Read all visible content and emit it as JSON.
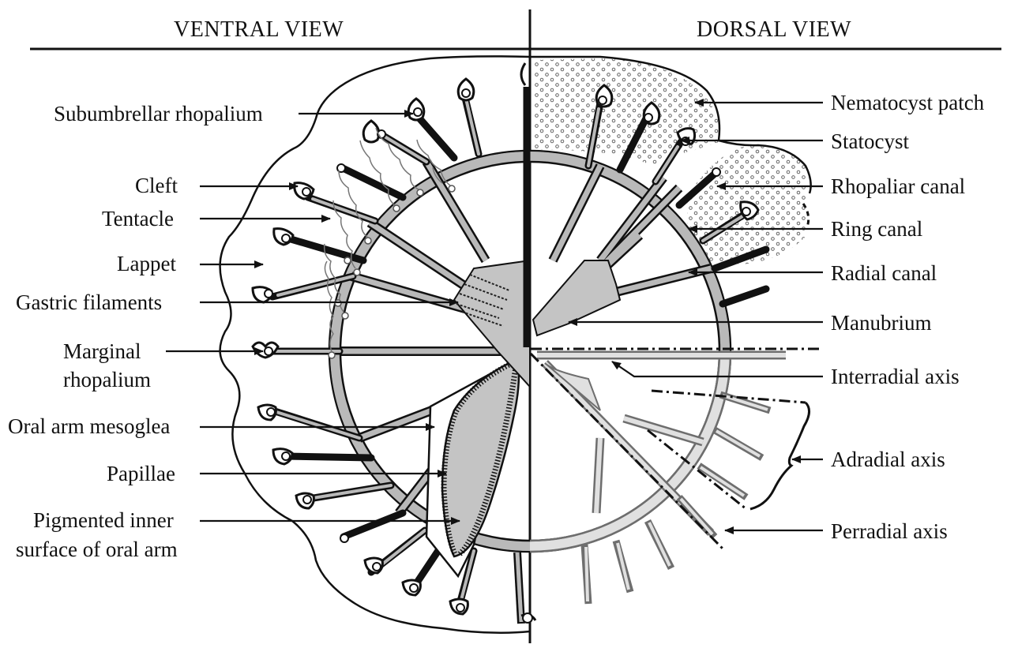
{
  "headers": {
    "ventral": "VENTRAL VIEW",
    "dorsal": "DORSAL VIEW"
  },
  "labels_left": {
    "subumbrellar_rhopalium": "Subumbrellar rhopalium",
    "cleft": "Cleft",
    "tentacle": "Tentacle",
    "lappet": "Lappet",
    "gastric_filaments": "Gastric filaments",
    "marginal_rhopalium_1": "Marginal",
    "marginal_rhopalium_2": "rhopalium",
    "oral_arm_mesoglea": "Oral arm mesoglea",
    "papillae": "Papillae",
    "pigmented_1": "Pigmented inner",
    "pigmented_2": "surface of oral arm"
  },
  "labels_right": {
    "nematocyst_patch": "Nematocyst patch",
    "statocyst": "Statocyst",
    "rhopaliar_canal": "Rhopaliar canal",
    "ring_canal": "Ring canal",
    "radial_canal": "Radial canal",
    "manubrium": "Manubrium",
    "interradial_axis": "Interradial axis",
    "adradial_axis": "Adradial axis",
    "perradial_axis": "Perradial axis"
  },
  "colors": {
    "ink": "#111111",
    "canal_gray": "#b9b9b9",
    "dark_gray": "#6e6e6e",
    "light_gray": "#e0e0e0",
    "manubrium_gray": "#c4c4c4",
    "stipple": "#444444"
  }
}
